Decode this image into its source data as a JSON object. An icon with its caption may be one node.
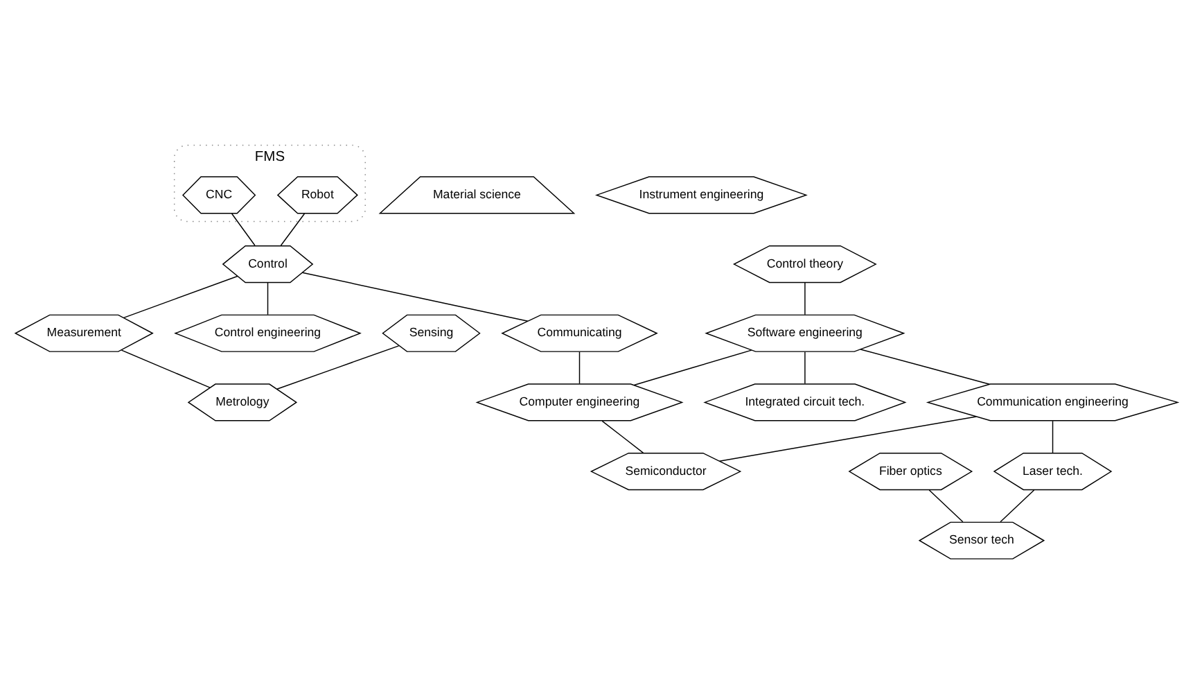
{
  "diagram": {
    "nodes": [
      {
        "text": [
          "FMS"
        ]
      },
      {
        "text": [
          "Robot"
        ],
        "in": 0
      },
      {
        "text": [
          "CNC"
        ],
        "in": 0
      },
      {
        "text": [
          "Control"
        ]
      },
      {
        "text": [
          "Control engineering"
        ]
      },
      {
        "text": [
          "Control theory"
        ]
      },
      {
        "text": [
          "Communicating"
        ]
      },
      {
        "text": [
          "Computer engineering"
        ]
      },
      {
        "text": [
          "Integrated circuit tech."
        ]
      },
      {
        "text": [
          "Software engineering"
        ]
      },
      {
        "text": [
          "Communication engineering"
        ]
      },
      {
        "text": [
          "Material science"
        ]
      },
      {
        "text": [
          "Semiconductor"
        ]
      },
      {
        "text": [
          "Laser tech."
        ]
      },
      {
        "text": [
          "Fiber optics"
        ]
      },
      {
        "text": [
          "Sensing"
        ]
      },
      {
        "text": [
          "Measurement"
        ]
      },
      {
        "text": [
          "Metrology"
        ]
      },
      {
        "text": [
          "Sensor tech"
        ]
      },
      {
        "text": [
          "Instrument engineering"
        ]
      }
    ],
    "edges": [
      {
        "from": 1,
        "to": 3,
        "arrow": "none"
      },
      {
        "from": 2,
        "to": 3,
        "arrow": "none"
      },
      {
        "from": 3,
        "to": 4,
        "arrow": "none"
      },
      {
        "from": 3,
        "to": 6,
        "arrow": "none"
      },
      {
        "from": 3,
        "to": 16,
        "arrow": "none"
      },
      {
        "from": 6,
        "to": 7,
        "arrow": "none"
      },
      {
        "from": 15,
        "to": 17,
        "arrow": "none"
      },
      {
        "from": 16,
        "to": 17,
        "arrow": "none"
      },
      {
        "from": 5,
        "to": 9,
        "arrow": "none"
      },
      {
        "from": 9,
        "to": 7,
        "arrow": "none"
      },
      {
        "from": 9,
        "to": 8,
        "arrow": "none"
      },
      {
        "from": 9,
        "to": 10,
        "arrow": "none"
      },
      {
        "from": 7,
        "to": 12,
        "arrow": "none"
      },
      {
        "from": 10,
        "to": 12,
        "arrow": "none"
      },
      {
        "from": 10,
        "to": 13,
        "arrow": "none"
      },
      {
        "from": 13,
        "to": 18,
        "arrow": "none"
      },
      {
        "from": 14,
        "to": 18,
        "arrow": "none"
      }
    ]
  }
}
